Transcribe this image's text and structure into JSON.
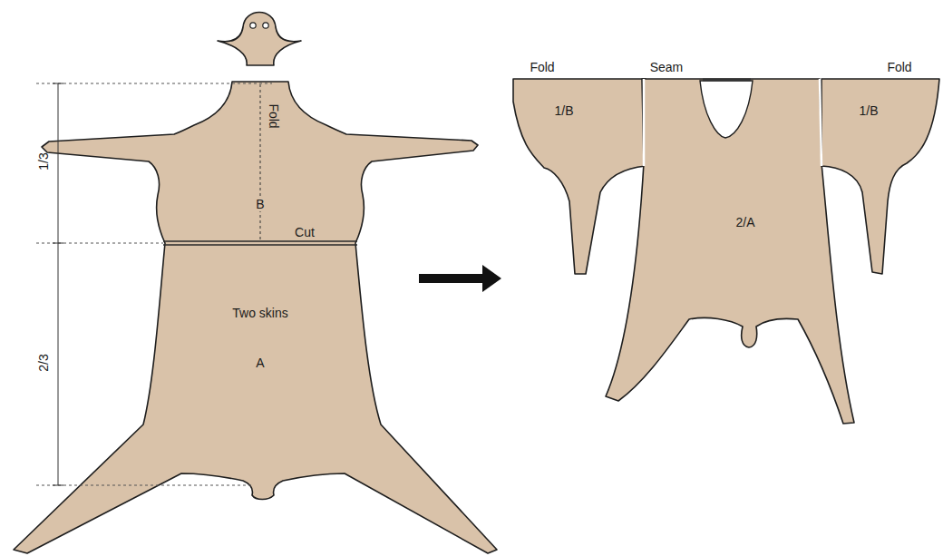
{
  "diagram": {
    "labels": [
      "1/3",
      "Fold",
      "B",
      "Cut",
      "2/3",
      "Two skins",
      "A",
      "Fold",
      "Seam",
      "Fold",
      "1/B",
      "2/A",
      "1/B"
    ]
  }
}
